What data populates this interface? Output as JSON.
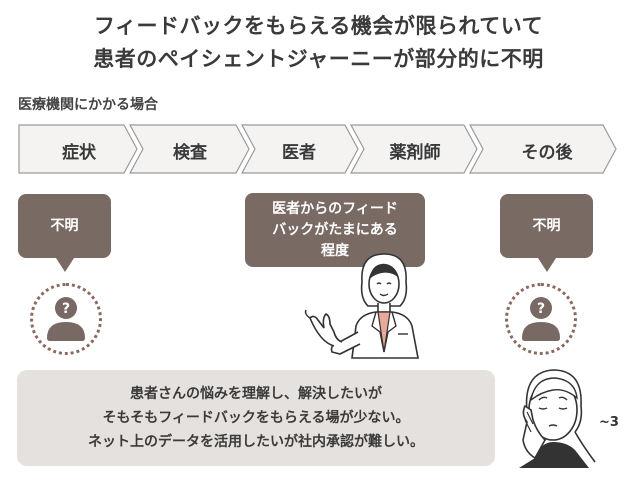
{
  "title": {
    "line1": "フィードバックをもらえる機会が限られていて",
    "line2": "患者のペイシェントジャーニーが部分的に不明"
  },
  "section_label": "医療機関にかかる場合",
  "journey_steps": [
    {
      "label": "症状"
    },
    {
      "label": "検査"
    },
    {
      "label": "医者"
    },
    {
      "label": "薬剤師"
    },
    {
      "label": "その後"
    }
  ],
  "bubbles": {
    "left": "不明",
    "center_lines": [
      "医者からのフィード",
      "バックがたまにある",
      "程度"
    ],
    "right": "不明"
  },
  "unknown_mark": "?",
  "sigh_mark": "~3",
  "panel_lines": [
    "患者さんの悩みを理解し、解決したいが",
    "そもそもフィードバックをもらえる場が少ない。",
    "ネット上のデータを活用したいが社内承認が難しい。"
  ],
  "colors": {
    "bubble": "#7a6a64",
    "dotted_ring": "#8a6a5f",
    "avatar": "#786964",
    "panel": "#e5e1de",
    "arrow_stroke": "#9a9a9a",
    "arrow_fill": "#f4f3f2"
  }
}
